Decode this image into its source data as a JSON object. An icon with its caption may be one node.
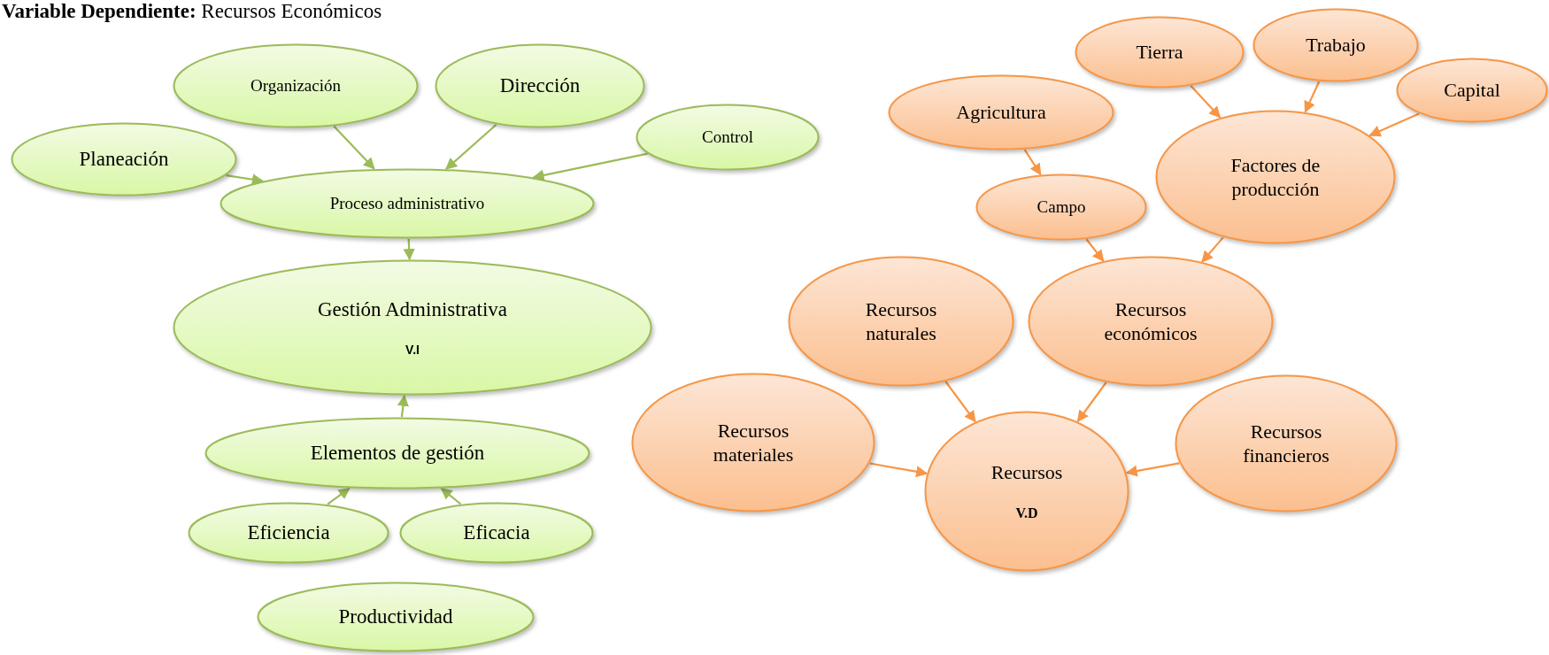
{
  "diagram": {
    "title": "**Variable Dependiente:** Recursos Económicos",
    "nodes": [
      {
        "text": [
          "Organización"
        ]
      },
      {
        "text": [
          "Dirección"
        ]
      },
      {
        "text": [
          "Planeación"
        ]
      },
      {
        "text": [
          "Control"
        ]
      },
      {
        "text": [
          "Proceso administrativo"
        ]
      },
      {
        "text": [
          "Gestión Administrativa",
          "V.I"
        ]
      },
      {
        "text": [
          "Elementos de gestión"
        ]
      },
      {
        "text": [
          "Eficiencia"
        ]
      },
      {
        "text": [
          "Eficacia"
        ]
      },
      {
        "text": [
          "Productividad"
        ]
      },
      {
        "text": [
          "Tierra"
        ]
      },
      {
        "text": [
          "Trabajo"
        ]
      },
      {
        "text": [
          "Capital"
        ]
      },
      {
        "text": [
          "Agricultura"
        ]
      },
      {
        "text": [
          "Factores de producción"
        ]
      },
      {
        "text": [
          "Campo"
        ]
      },
      {
        "text": [
          "Recursos naturales"
        ]
      },
      {
        "text": [
          "Recursos económicos"
        ]
      },
      {
        "text": [
          "Recursos materiales"
        ]
      },
      {
        "text": [
          "Recursos",
          "V.D"
        ]
      },
      {
        "text": [
          "Recursos financieros"
        ]
      }
    ],
    "edges": [
      {
        "from": 2,
        "to": 4,
        "arrow": "to",
        "color": "#9bbb59"
      },
      {
        "from": 0,
        "to": 4,
        "arrow": "to",
        "color": "#9bbb59"
      },
      {
        "from": 1,
        "to": 4,
        "arrow": "to",
        "color": "#9bbb59"
      },
      {
        "from": 3,
        "to": 4,
        "arrow": "to",
        "color": "#9bbb59"
      },
      {
        "from": 4,
        "to": 5,
        "arrow": "to",
        "color": "#9bbb59"
      },
      {
        "from": 6,
        "to": 5,
        "arrow": "to",
        "color": "#9bbb59"
      },
      {
        "from": 7,
        "to": 6,
        "arrow": "to",
        "color": "#9bbb59"
      },
      {
        "from": 8,
        "to": 6,
        "arrow": "to",
        "color": "#9bbb59"
      },
      {
        "from": 10,
        "to": 14,
        "arrow": "to"
      },
      {
        "from": 11,
        "to": 14,
        "arrow": "to"
      },
      {
        "from": 12,
        "to": 14,
        "arrow": "to"
      },
      {
        "from": 13,
        "to": 15,
        "arrow": "to"
      },
      {
        "from": 15,
        "to": 17,
        "arrow": "to"
      },
      {
        "from": 14,
        "to": 17,
        "arrow": "to"
      },
      {
        "from": 16,
        "to": 19,
        "arrow": "to"
      },
      {
        "from": 17,
        "to": 19,
        "arrow": "to"
      },
      {
        "from": 18,
        "to": 19,
        "arrow": "to"
      },
      {
        "from": 20,
        "to": 19,
        "arrow": "to"
      }
    ]
  }
}
